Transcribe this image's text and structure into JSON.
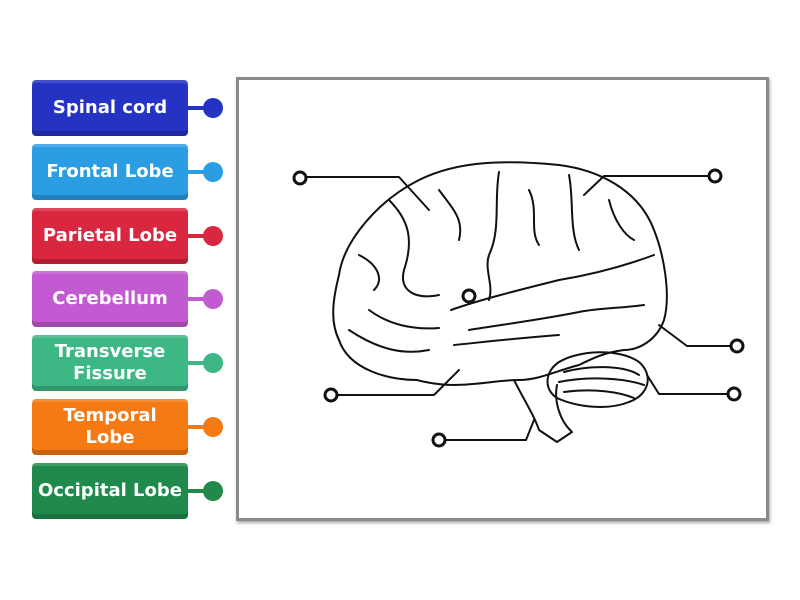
{
  "labels": [
    {
      "text": "Spinal cord",
      "color": "#2533c4"
    },
    {
      "text": "Frontal Lobe",
      "color": "#2b9de3"
    },
    {
      "text": "Parietal Lobe",
      "color": "#d9273f"
    },
    {
      "text": "Cerebellum",
      "color": "#c25ad1"
    },
    {
      "text": "Transverse Fissure",
      "color": "#3db784"
    },
    {
      "text": "Temporal Lobe",
      "color": "#f57a14"
    },
    {
      "text": "Occipital Lobe",
      "color": "#1f8a4c"
    }
  ],
  "diagram": {
    "subject": "brain-lateral-view",
    "targets": [
      "top-left",
      "top-right",
      "center",
      "right-middle",
      "bottom-right",
      "bottom-left",
      "bottom-center"
    ]
  }
}
